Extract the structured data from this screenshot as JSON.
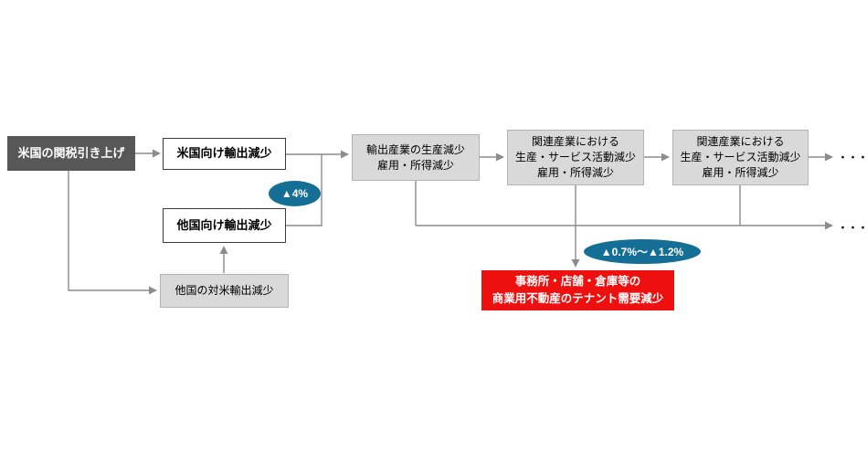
{
  "diagram": {
    "title_semantic": "米国の関税引き上げの影響フロー図",
    "nodes": {
      "tariff": {
        "label": "米国の関税引き上げ"
      },
      "export_us": {
        "label": "米国向け輸出減少"
      },
      "export_other": {
        "label": "他国向け輸出減少"
      },
      "other_to_us": {
        "label": "他国の対米輸出減少"
      },
      "production": {
        "lines": [
          "輸出産業の生産減少",
          "雇用・所得減少"
        ]
      },
      "related_1": {
        "lines": [
          "関連産業における",
          "生産・サービス活動減少",
          "雇用・所得減少"
        ]
      },
      "related_2": {
        "lines": [
          "関連産業における",
          "生産・サービス活動減少",
          "雇用・所得減少"
        ]
      },
      "tenant_demand": {
        "lines": [
          "事務所・店舗・倉庫等の",
          "商業用不動産のテナント需要減少"
        ]
      }
    },
    "badges": {
      "export_drop": "▲4%",
      "demand_drop": "▲0.7%〜▲1.2%"
    },
    "continuation": {
      "top": "・・・",
      "bottom": "・・・"
    },
    "colors": {
      "dark_box": "#575757",
      "gray_box": "#d9d9d9",
      "white_box": "#ffffff",
      "red_box": "#ee0f0f",
      "badge": "#156e96",
      "connector": "#8c8c8c"
    }
  }
}
